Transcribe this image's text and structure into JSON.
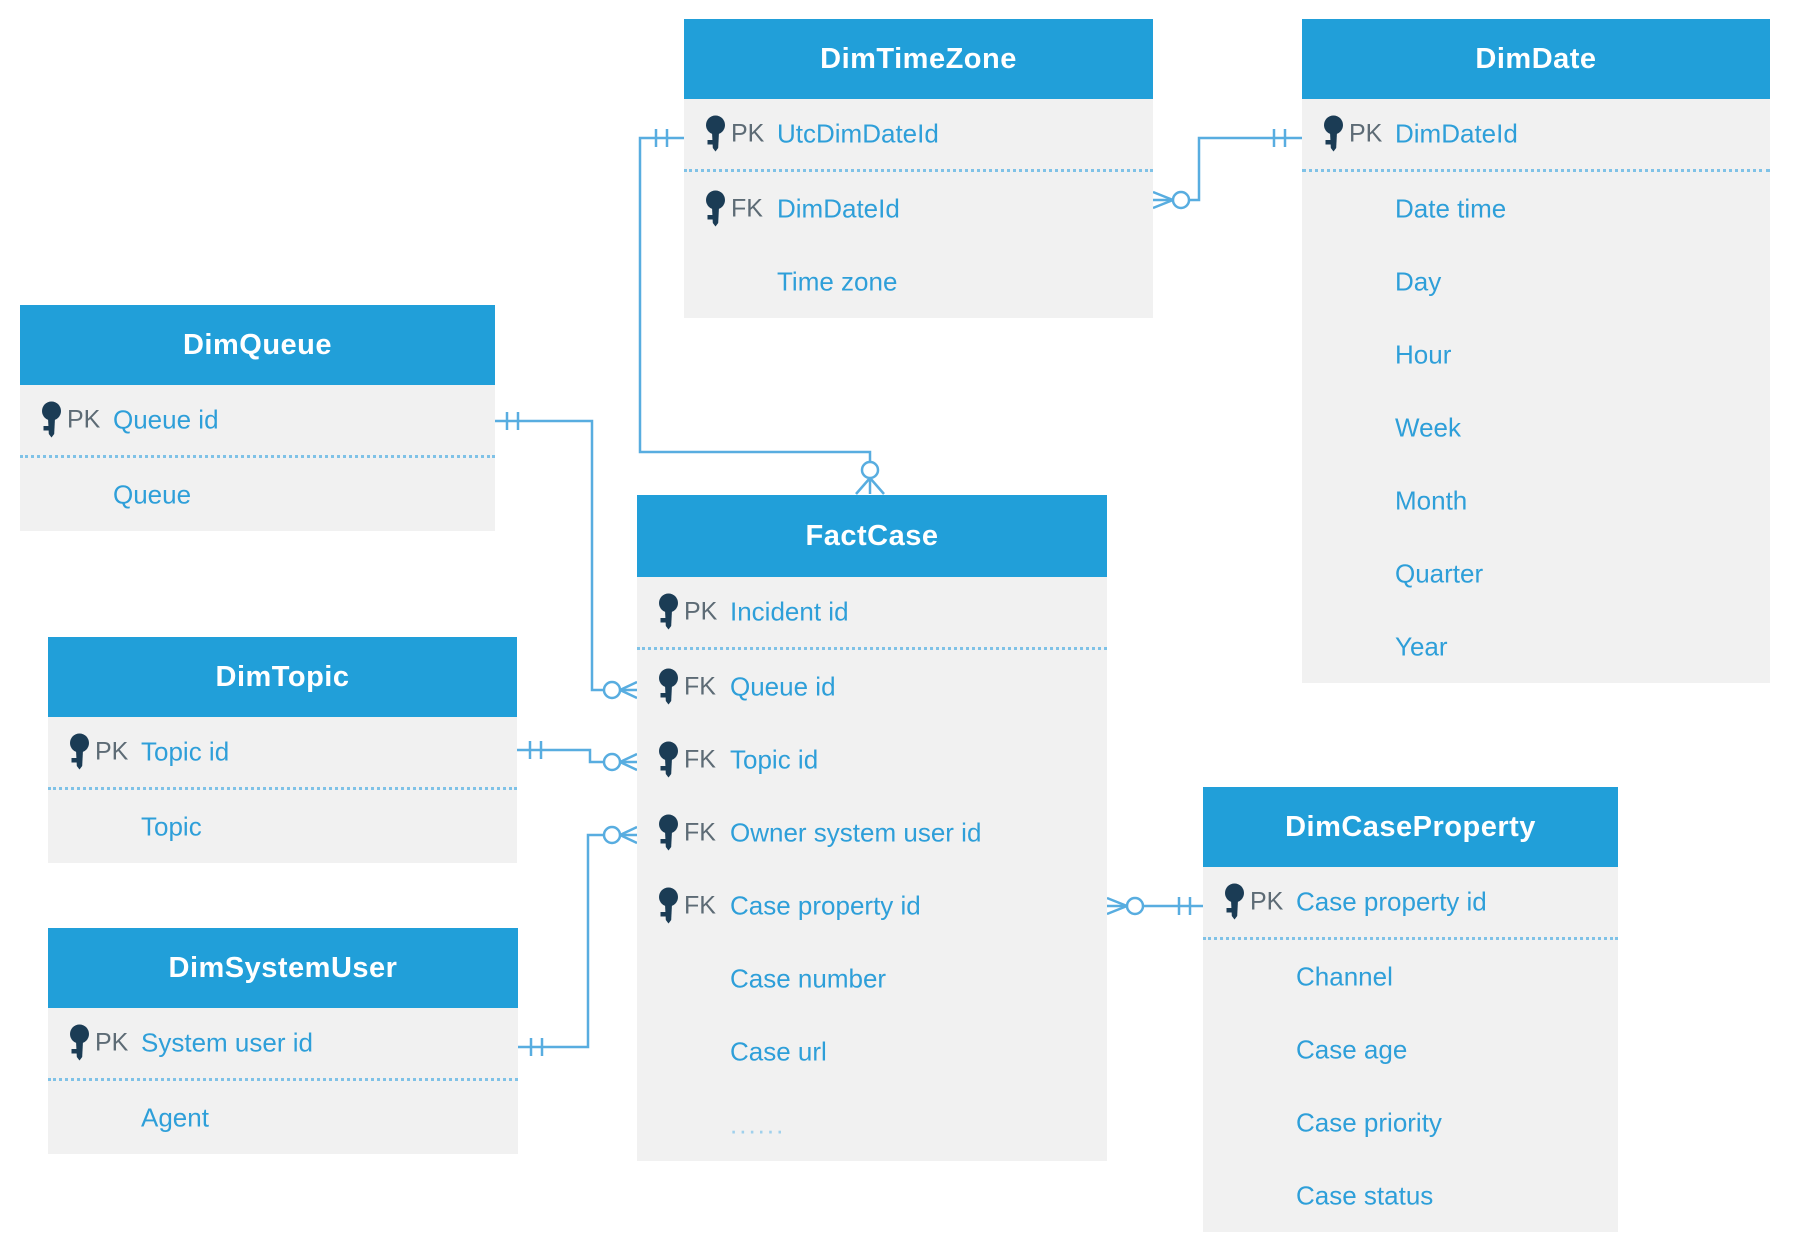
{
  "colors": {
    "table_header": "#219fd9",
    "table_body": "#f1f1f1",
    "attribute_text": "#2e9fd9",
    "key_label_text": "#5d6b75",
    "key_icon": "#1b3c55",
    "connector": "#58ade0",
    "header_text": "#ffffff"
  },
  "tables": [
    {
      "name": "DimTimeZone",
      "rows": [
        {
          "key": "PK",
          "label": "UtcDimDateId"
        },
        {
          "key": "FK",
          "label": "DimDateId"
        },
        {
          "key": "",
          "label": "Time zone"
        }
      ]
    },
    {
      "name": "DimDate",
      "rows": [
        {
          "key": "PK",
          "label": "DimDateId"
        },
        {
          "key": "",
          "label": "Date time"
        },
        {
          "key": "",
          "label": "Day"
        },
        {
          "key": "",
          "label": "Hour"
        },
        {
          "key": "",
          "label": "Week"
        },
        {
          "key": "",
          "label": "Month"
        },
        {
          "key": "",
          "label": "Quarter"
        },
        {
          "key": "",
          "label": "Year"
        }
      ]
    },
    {
      "name": "DimQueue",
      "rows": [
        {
          "key": "PK",
          "label": "Queue id"
        },
        {
          "key": "",
          "label": "Queue"
        }
      ]
    },
    {
      "name": "DimTopic",
      "rows": [
        {
          "key": "PK",
          "label": "Topic id"
        },
        {
          "key": "",
          "label": "Topic"
        }
      ]
    },
    {
      "name": "DimSystemUser",
      "rows": [
        {
          "key": "PK",
          "label": "System user id"
        },
        {
          "key": "",
          "label": "Agent"
        }
      ]
    },
    {
      "name": "FactCase",
      "rows": [
        {
          "key": "PK",
          "label": "Incident id"
        },
        {
          "key": "FK",
          "label": "Queue id"
        },
        {
          "key": "FK",
          "label": "Topic id"
        },
        {
          "key": "FK",
          "label": "Owner system user id"
        },
        {
          "key": "FK",
          "label": "Case property id"
        },
        {
          "key": "",
          "label": "Case number"
        },
        {
          "key": "",
          "label": "Case url"
        },
        {
          "key": "",
          "label": "......"
        }
      ]
    },
    {
      "name": "DimCaseProperty",
      "rows": [
        {
          "key": "PK",
          "label": "Case property id"
        },
        {
          "key": "",
          "label": "Channel"
        },
        {
          "key": "",
          "label": "Case age"
        },
        {
          "key": "",
          "label": "Case priority"
        },
        {
          "key": "",
          "label": "Case status"
        }
      ]
    }
  ],
  "relationships": [
    {
      "from": "DimTimeZone.UtcDimDateId",
      "to": "FactCase",
      "from_cardinality": "one",
      "to_cardinality": "zero-or-many"
    },
    {
      "from": "DimDate.DimDateId",
      "to": "DimTimeZone.DimDateId",
      "from_cardinality": "one",
      "to_cardinality": "zero-or-many"
    },
    {
      "from": "DimQueue.Queue id",
      "to": "FactCase.Queue id",
      "from_cardinality": "one",
      "to_cardinality": "zero-or-many"
    },
    {
      "from": "DimTopic.Topic id",
      "to": "FactCase.Topic id",
      "from_cardinality": "one",
      "to_cardinality": "zero-or-many"
    },
    {
      "from": "DimSystemUser.System user id",
      "to": "FactCase.Owner system user id",
      "from_cardinality": "one",
      "to_cardinality": "zero-or-many"
    },
    {
      "from": "DimCaseProperty.Case property id",
      "to": "FactCase.Case property id",
      "from_cardinality": "one",
      "to_cardinality": "zero-or-many"
    }
  ]
}
